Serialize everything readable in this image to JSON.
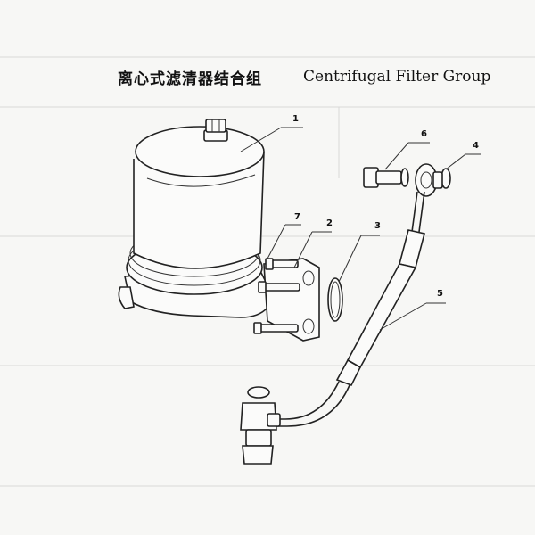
{
  "title": {
    "chinese": "离心式滤清器结合组",
    "english": "Centrifugal Filter Group"
  },
  "callouts": [
    "1",
    "2",
    "3",
    "4",
    "5",
    "6",
    "7"
  ]
}
